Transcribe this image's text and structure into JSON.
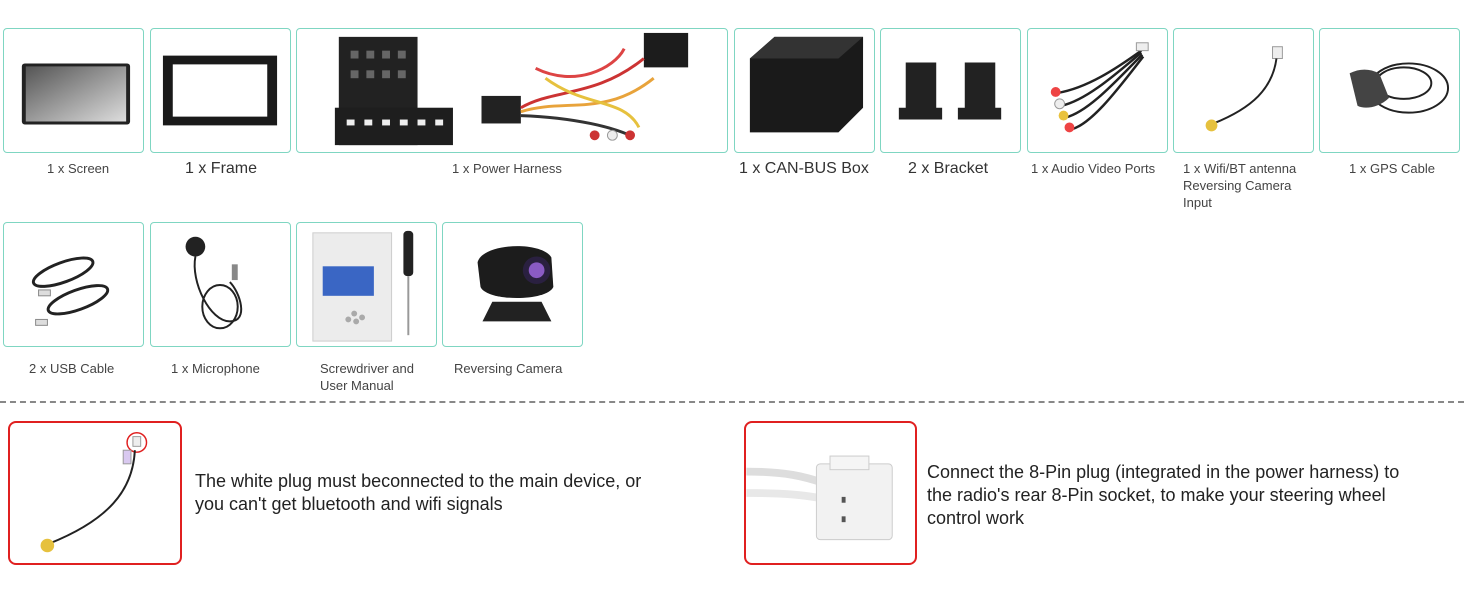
{
  "items": [
    {
      "caption": "1 x Screen"
    },
    {
      "caption": "1 x Frame"
    },
    {
      "caption": "1 x Power Harness"
    },
    {
      "caption": "1 x CAN-BUS Box"
    },
    {
      "caption": "2 x Bracket"
    },
    {
      "caption": "1 x Audio Video Ports"
    },
    {
      "caption_lines": [
        "1 x Wifi/BT antenna",
        "Reversing Camera",
        "Input"
      ]
    },
    {
      "caption": "1 x GPS Cable"
    },
    {
      "caption": "2 x USB Cable"
    },
    {
      "caption": "1 x Microphone"
    },
    {
      "caption_lines": [
        "Screwdriver and",
        "User Manual"
      ]
    },
    {
      "caption": "Reversing Camera"
    }
  ],
  "notes": {
    "wifi_plug": {
      "text_lines": [
        "The white plug must beconnected to the main device, or",
        "you can't get bluetooth and wifi signals"
      ]
    },
    "pin_plug": {
      "text_lines": [
        "Connect the 8-Pin plug (integrated in the power harness) to",
        "the radio's rear 8-Pin socket, to make your steering wheel",
        "control work"
      ]
    }
  },
  "colors": {
    "tile_border": "#7fd6c2",
    "highlight_border": "#e02020"
  }
}
